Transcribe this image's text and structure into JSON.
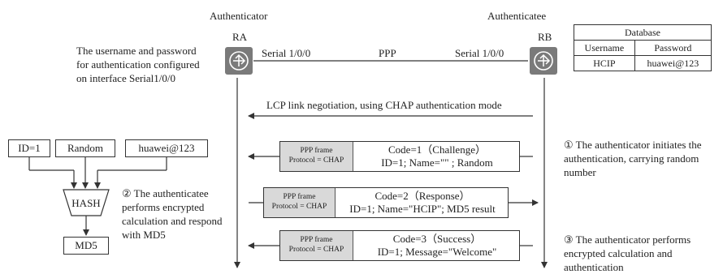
{
  "roles": {
    "authenticator": "Authenticator",
    "authenticatee": "Authenticatee"
  },
  "devices": {
    "ra": "RA",
    "rb": "RB"
  },
  "link": {
    "left_interface": "Serial 1/0/0",
    "protocol": "PPP",
    "right_interface": "Serial 1/0/0"
  },
  "left_note": [
    "The username and password",
    "for authentication configured",
    "on interface Serial1/0/0"
  ],
  "database": {
    "title": "Database",
    "headers": [
      "Username",
      "Password"
    ],
    "rows": [
      [
        "HCIP",
        "huawei@123"
      ]
    ]
  },
  "lcp_message": "LCP link negotiation, using CHAP authentication mode",
  "frames": [
    {
      "label_line1": "PPP frame",
      "label_line2": "Protocol = CHAP",
      "line1": "Code=1（Challenge）",
      "line2": "ID=1; Name=\"\" ; Random"
    },
    {
      "label_line1": "PPP frame",
      "label_line2": "Protocol = CHAP",
      "line1": "Code=2（Response）",
      "line2": "ID=1; Name=\"HCIP\"; MD5 result"
    },
    {
      "label_line1": "PPP frame",
      "label_line2": "Protocol = CHAP",
      "line1": "Code=3（Success）",
      "line2": "ID=1; Message=\"Welcome\""
    }
  ],
  "hash_inputs": [
    "ID=1",
    "Random",
    "huawei@123"
  ],
  "hash_label": "HASH",
  "hash_output": "MD5",
  "steps": {
    "step1": [
      "① The authenticator initiates the",
      "authentication, carrying random",
      "number"
    ],
    "step2": [
      "② The authenticatee",
      "performs encrypted",
      "calculation and respond",
      "with MD5"
    ],
    "step3": [
      "③ The authenticator performs",
      "encrypted calculation and",
      "authentication"
    ]
  }
}
